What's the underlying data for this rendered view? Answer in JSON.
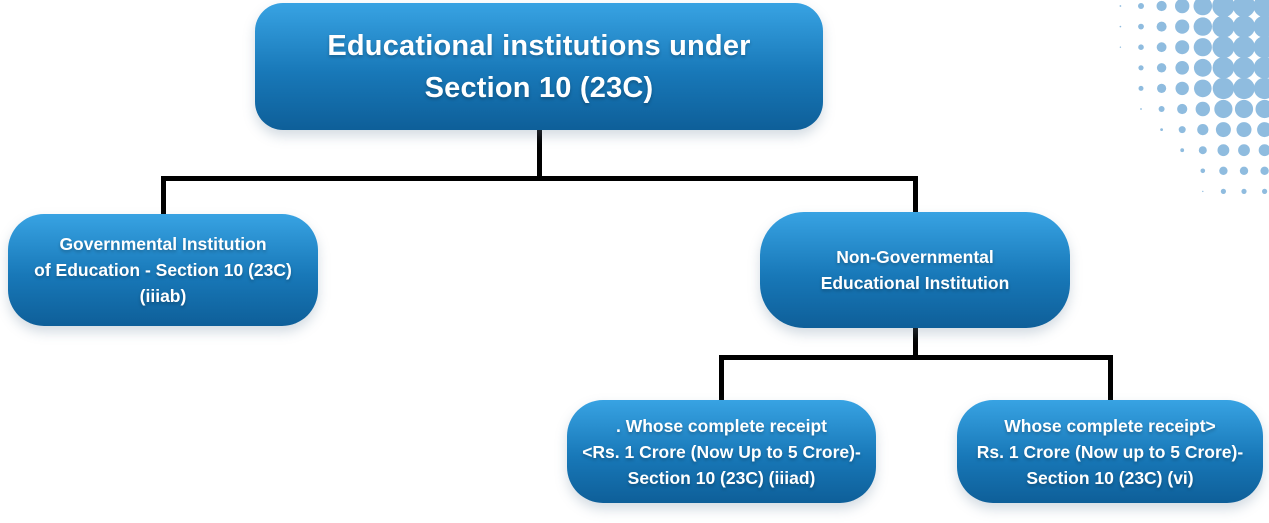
{
  "diagram": {
    "colors": {
      "background": "#ffffff",
      "node_gradient_top": "#38a3e3",
      "node_gradient_mid": "#1878b8",
      "node_gradient_bottom": "#0e5f99",
      "node_text": "#ffffff",
      "connector": "#000000",
      "halftone_dots": "#8fbcdf"
    },
    "nodes": {
      "root": {
        "lines": [
          "Educational institutions under",
          "Section 10 (23C)"
        ]
      },
      "governmental": {
        "lines": [
          "Governmental Institution",
          "of Education - Section 10 (23C)",
          "(iiiab)"
        ]
      },
      "non_governmental": {
        "lines": [
          "Non-Governmental",
          "Educational Institution"
        ]
      },
      "receipt_under": {
        "lines": [
          ". Whose complete receipt",
          "<Rs. 1 Crore (Now Up to 5 Crore)-",
          "Section 10 (23C) (iiiad)"
        ]
      },
      "receipt_over": {
        "lines": [
          "Whose complete receipt>",
          "Rs. 1 Crore (Now up to 5 Crore)-",
          "Section 10 (23C) (vi)"
        ]
      }
    },
    "edges": [
      {
        "from": "root",
        "to": "governmental"
      },
      {
        "from": "root",
        "to": "non_governmental"
      },
      {
        "from": "non_governmental",
        "to": "receipt_under"
      },
      {
        "from": "non_governmental",
        "to": "receipt_over"
      }
    ]
  }
}
